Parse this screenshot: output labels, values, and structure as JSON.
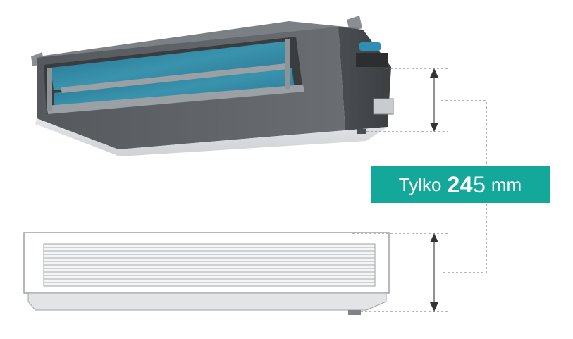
{
  "badge": {
    "prefix": "Tylko",
    "value_bold": "24",
    "value_rest": "5",
    "unit": "mm",
    "color": "#14a89a"
  },
  "colors": {
    "unit_body": "#5c6166",
    "unit_dark": "#45494d",
    "grille": "#d9dcdf",
    "coil_blue": "#2f7f9a",
    "dim_line": "#6b6b6b"
  }
}
